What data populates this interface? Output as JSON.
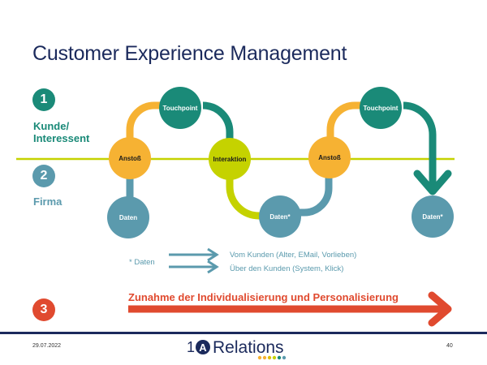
{
  "title": "Customer Experience Management",
  "lanes": [
    {
      "number": "1",
      "label_line1": "Kunde/",
      "label_line2": "Interessent",
      "color": "#1a8a78"
    },
    {
      "number": "2",
      "label_line1": "Firma",
      "label_line2": "",
      "color": "#5b9aad"
    }
  ],
  "nodes": {
    "anstoss1": "Anstoß",
    "touchpoint1": "Touchpoint",
    "interaktion": "Interaktion",
    "daten1": "Daten",
    "daten2": "Daten*",
    "anstoss2": "Anstoß",
    "touchpoint2": "Touchpoint",
    "daten3": "Daten*"
  },
  "legend": {
    "label": "* Daten",
    "items": [
      "Vom Kunden (Alter, EMail, Vorlieben)",
      "Über den Kunden (System, Klick)"
    ]
  },
  "banner": {
    "number": "3",
    "text": "Zunahme der Individualisierung und Personalisierung",
    "color": "#e04a2f"
  },
  "footer": {
    "date": "29.07.2022",
    "logo_prefix": "1A",
    "logo_text": "Relations",
    "page": "40"
  },
  "colors": {
    "navy": "#1b2a5c",
    "teal_dark": "#1a8a78",
    "teal_light": "#5b9aad",
    "orange": "#f6b233",
    "lime": "#c5d200",
    "red": "#e04a2f"
  }
}
